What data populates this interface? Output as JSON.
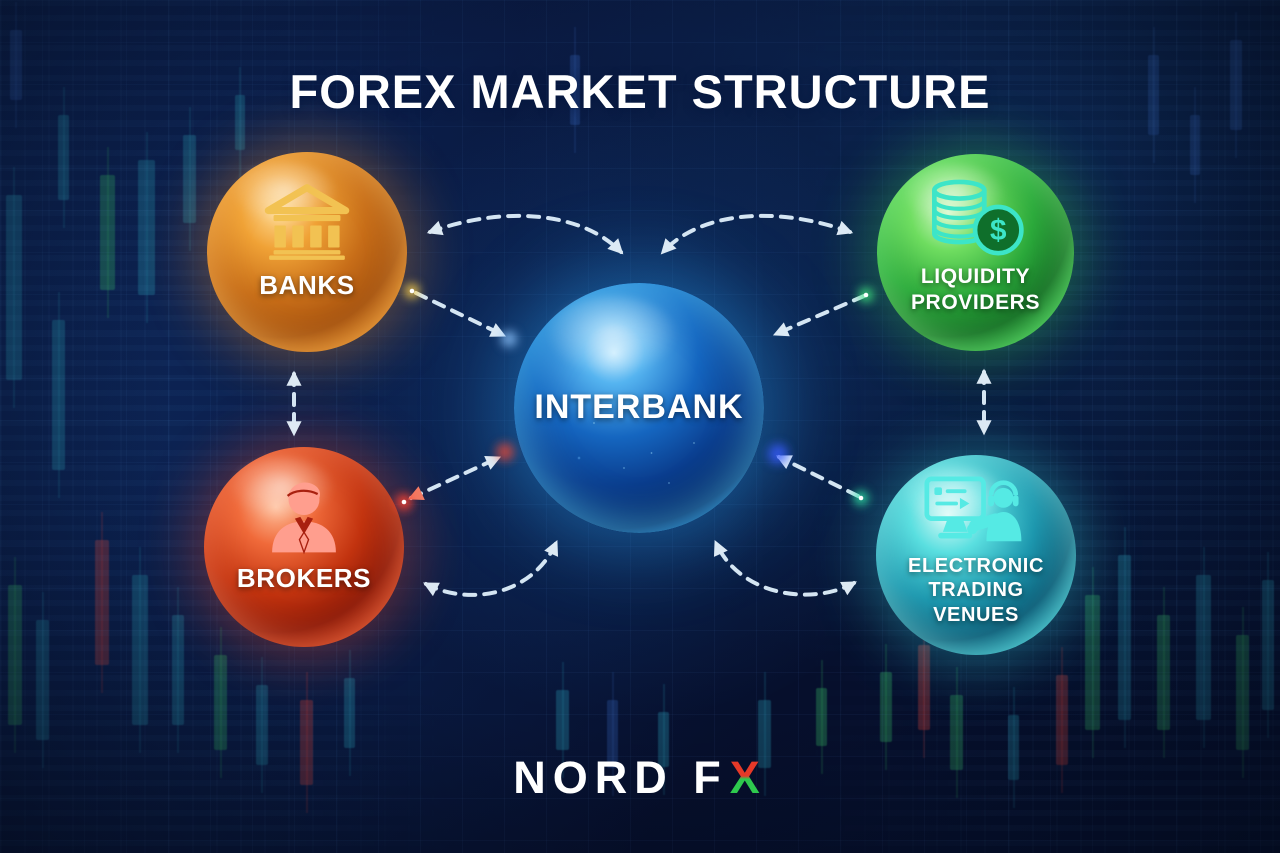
{
  "title": "FOREX MARKET STRUCTURE",
  "center_node": {
    "id": "interbank",
    "label": "INTERBANK",
    "color": "#1e7fd0"
  },
  "satellite_nodes": [
    {
      "id": "banks",
      "label": "BANKS",
      "color": "#e8891f",
      "icon": "bank-building-icon",
      "position": "top-left"
    },
    {
      "id": "liquidity-providers",
      "label": "LIQUIDITY PROVIDERS",
      "color": "#2fbf4f",
      "icon": "coins-dollar-icon",
      "position": "top-right"
    },
    {
      "id": "brokers",
      "label": "BROKERS",
      "color": "#d8341c",
      "icon": "businessman-icon",
      "position": "bottom-left"
    },
    {
      "id": "electronic-trading-venues",
      "label": "ELECTRONIC TRADING VENUES",
      "color": "#23b8c8",
      "icon": "trader-workstation-icon",
      "position": "bottom-right"
    }
  ],
  "connections": [
    {
      "from": "banks",
      "to": "interbank",
      "bidirectional": true,
      "style": "dashed-curved"
    },
    {
      "from": "banks",
      "to": "interbank",
      "bidirectional": false,
      "style": "dashed-straight"
    },
    {
      "from": "liquidity-providers",
      "to": "interbank",
      "bidirectional": true,
      "style": "dashed-curved"
    },
    {
      "from": "liquidity-providers",
      "to": "interbank",
      "bidirectional": false,
      "style": "dashed-straight"
    },
    {
      "from": "brokers",
      "to": "interbank",
      "bidirectional": true,
      "style": "dashed-straight"
    },
    {
      "from": "brokers",
      "to": "interbank",
      "bidirectional": true,
      "style": "dashed-curved"
    },
    {
      "from": "electronic-trading-venues",
      "to": "interbank",
      "bidirectional": false,
      "style": "dashed-straight"
    },
    {
      "from": "electronic-trading-venues",
      "to": "interbank",
      "bidirectional": true,
      "style": "dashed-curved"
    },
    {
      "from": "banks",
      "to": "brokers",
      "bidirectional": true,
      "style": "dashed-straight"
    },
    {
      "from": "liquidity-providers",
      "to": "electronic-trading-venues",
      "bidirectional": true,
      "style": "dashed-straight"
    }
  ],
  "brand": {
    "prefix": "NORD F",
    "x": "X",
    "x_top_color": "#e63928",
    "x_bottom_color": "#2ec94e"
  },
  "colors": {
    "background": "#081538",
    "arrow": "#dff0fc",
    "arrow_accent_red": "#ff5036",
    "title_text": "#ffffff"
  }
}
